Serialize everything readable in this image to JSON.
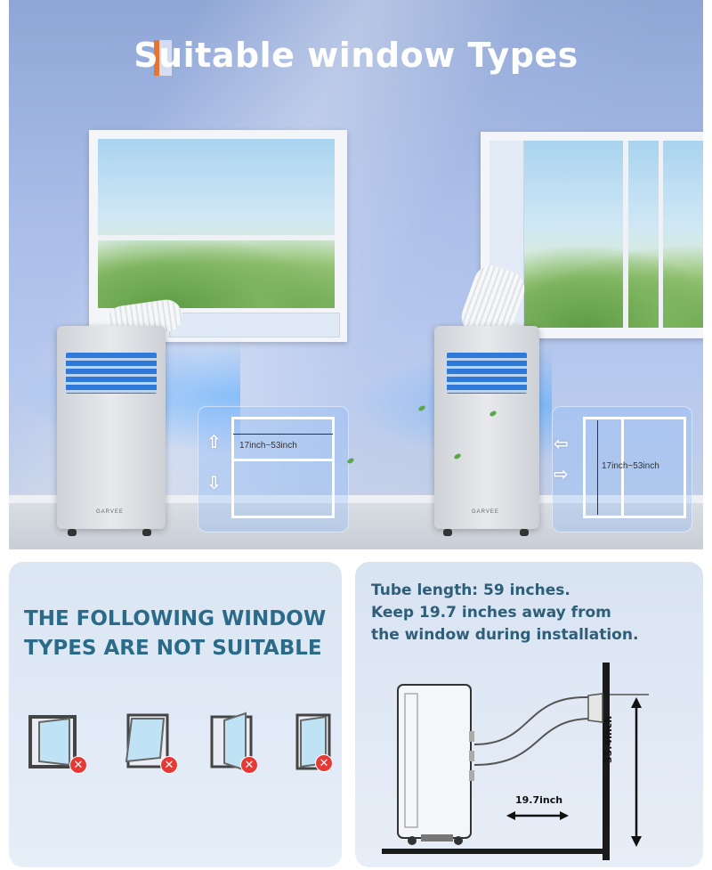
{
  "title": "Suitable window Types",
  "scene_left": {
    "measurement": "17inch~53inch",
    "brand": "GARVEE"
  },
  "scene_right": {
    "measurement": "17inch~53inch",
    "brand": "GARVEE"
  },
  "not_suitable": {
    "heading_line1": "THE FOLLOWING WINDOW",
    "heading_line2": "TYPES ARE NOT SUITABLE",
    "icons": [
      "casement-window-icon",
      "awning-window-icon",
      "side-hung-window-icon",
      "tilt-window-icon"
    ]
  },
  "installation": {
    "line1": "Tube length: 59 inches.",
    "line2": "Keep 19.7 inches away from",
    "line3": "the window during installation.",
    "distance_label": "19.7inch",
    "height_label": "35.4inch"
  },
  "colors": {
    "accent": "#e8742f",
    "heading_blue": "#2a6b8a",
    "x_badge_red": "#e53935"
  }
}
